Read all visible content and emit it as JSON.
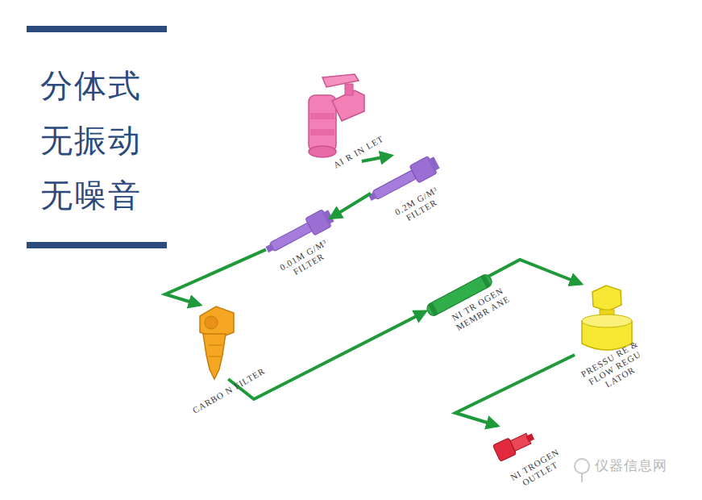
{
  "diagram": {
    "title": "分体式 无振动 无噪音",
    "nodes": [
      {
        "text": [
          "AI R IN LET"
        ]
      },
      {
        "text": [
          "0.2M G/M³ FILTER"
        ]
      },
      {
        "text": [
          "0.01M G/M³ FILTER"
        ]
      },
      {
        "text": [
          "CARBO N FILTER"
        ]
      },
      {
        "text": [
          "NI TR OGEN MEMBR ANE"
        ]
      },
      {
        "text": [
          "PRESSU RE & FLOW REGU LATOR"
        ]
      },
      {
        "text": [
          "NI TROGEN OUTLET"
        ]
      }
    ],
    "edges": [
      {
        "from": 0,
        "to": 1,
        "arrow": "to"
      },
      {
        "from": 1,
        "to": 2,
        "arrow": "to"
      },
      {
        "from": 2,
        "to": 3,
        "arrow": "to"
      },
      {
        "from": 3,
        "to": 4,
        "arrow": "to"
      },
      {
        "from": 4,
        "to": 5,
        "arrow": "to"
      },
      {
        "from": 5,
        "to": 6,
        "arrow": "to"
      }
    ],
    "labels": [
      "仪器信息网"
    ]
  }
}
